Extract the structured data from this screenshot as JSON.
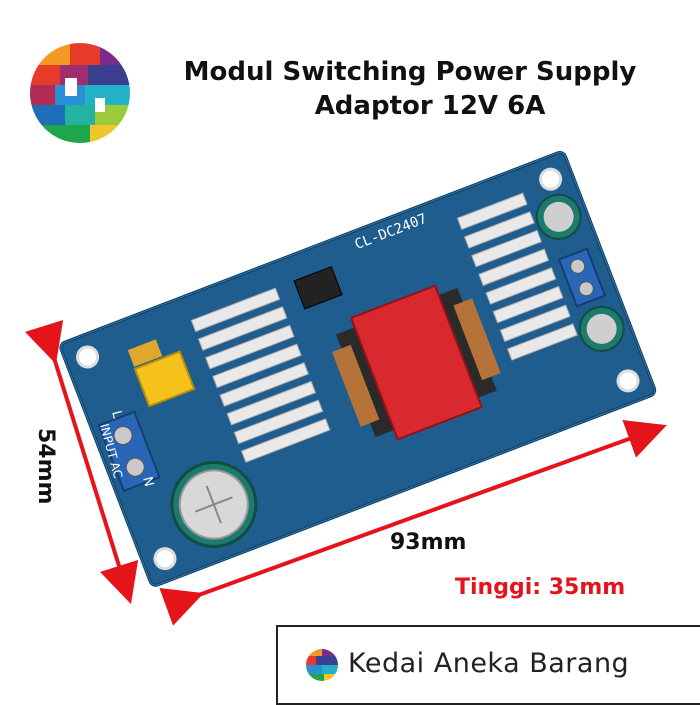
{
  "header": {
    "title_line1": "Modul Switching Power Supply",
    "title_line2": "Adaptor 12V 6A"
  },
  "dimensions": {
    "height_label": "54mm",
    "width_label": "93mm",
    "tinggi_label": "Tinggi: 35mm"
  },
  "board": {
    "model": "CL-DC2407",
    "terminal_left": "L",
    "terminal_right": "N",
    "input_label": "INPUT AC"
  },
  "footer": {
    "store_name": "Kedai Aneka Barang"
  },
  "colors": {
    "accent_red": "#e5141b",
    "pcb_blue": "#1f5d8e",
    "transformer_red": "#d9282e",
    "capacitor_yellow": "#f5c21b"
  }
}
